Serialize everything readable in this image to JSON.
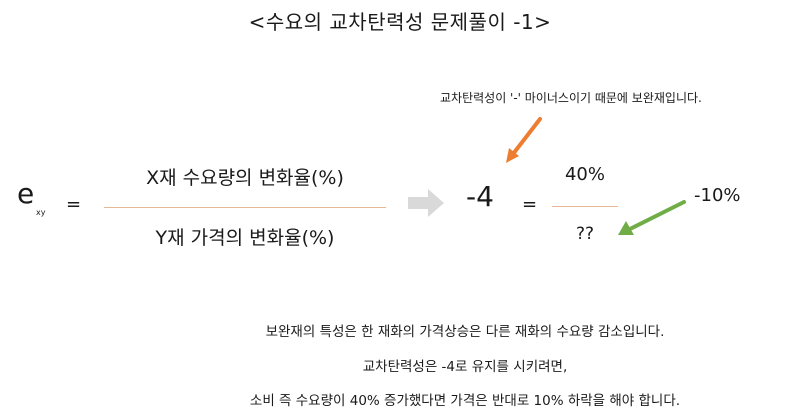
{
  "title": "<수요의 교차탄력성 문제풀이 -1>",
  "note": "교차탄력성이 '-' 마이너스이기 때문에 보완재입니다.",
  "formula": {
    "e_symbol": "e",
    "e_subscript": "xy",
    "equals": "=",
    "numerator": "X재 수요량의 변화율(%)",
    "denominator": "Y재 가격의 변화율(%)"
  },
  "example": {
    "value": "-4",
    "equals": "=",
    "numerator": "40%",
    "denominator": "??",
    "side_value": "-10%"
  },
  "explanation": [
    "보완재의 특성은 한 재화의 가격상승은 다른 재화의 수요량 감소입니다.",
    "교차탄력성은 -4로 유지를 시키려면,",
    "소비 즉 수요량이 40% 증가했다면 가격은 반대로 10% 하락을 해야 합니다."
  ],
  "colors": {
    "orange_arrow": "#ed7d31",
    "green_arrow": "#70ad47",
    "gray_arrow": "#d9d9d9",
    "fraction_line": "#e8b896"
  },
  "icons": {
    "orange_arrow": "arrow-down-left-icon",
    "green_arrow": "arrow-down-left-icon",
    "gray_arrow": "arrow-right-icon"
  }
}
